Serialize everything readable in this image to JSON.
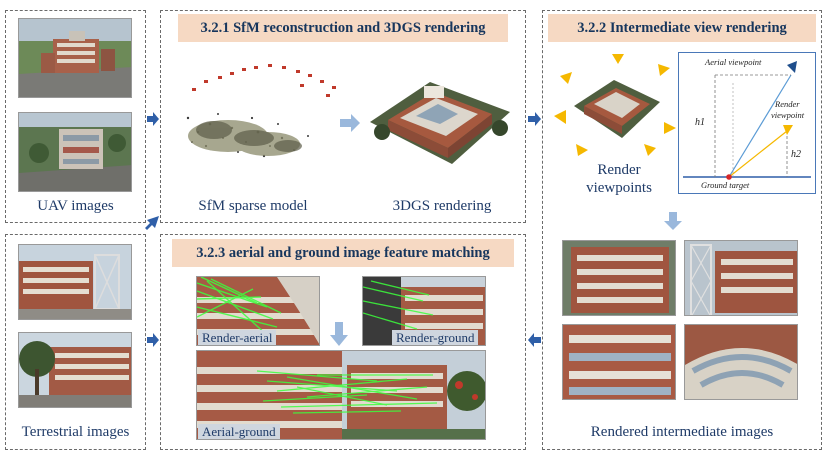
{
  "uav": {
    "caption": "UAV images"
  },
  "terrestrial": {
    "caption": "Terrestrial images"
  },
  "sfm": {
    "title": "3.2.1 SfM reconstruction and 3DGS rendering",
    "sparse_caption": "SfM sparse model",
    "render_caption": "3DGS rendering"
  },
  "intermediate": {
    "title": "3.2.2 Intermediate view rendering",
    "viewpoints_caption_1": "Render",
    "viewpoints_caption_2": "viewpoints",
    "rendered_caption": "Rendered intermediate images",
    "diagram": {
      "aerial_label": "Aerial viewpoint",
      "render_label_1": "Render",
      "render_label_2": "viewpoint",
      "h1_label": "h1",
      "h2_label": "h2",
      "ground_label": "Ground target"
    }
  },
  "matching": {
    "title": "3.2.3 aerial and ground image feature matching",
    "render_aerial_label": "Render-aerial",
    "render_ground_label": "Render-ground",
    "aerial_ground_label": "Aerial-ground"
  },
  "colors": {
    "arrow_blue": "#2f5fa8",
    "light_arrow": "#9ab8dc",
    "title_bg": "#f6d9c3",
    "text_navy": "#1f3b68",
    "match_green": "#3cff3c",
    "camera_yellow": "#f5b800"
  }
}
